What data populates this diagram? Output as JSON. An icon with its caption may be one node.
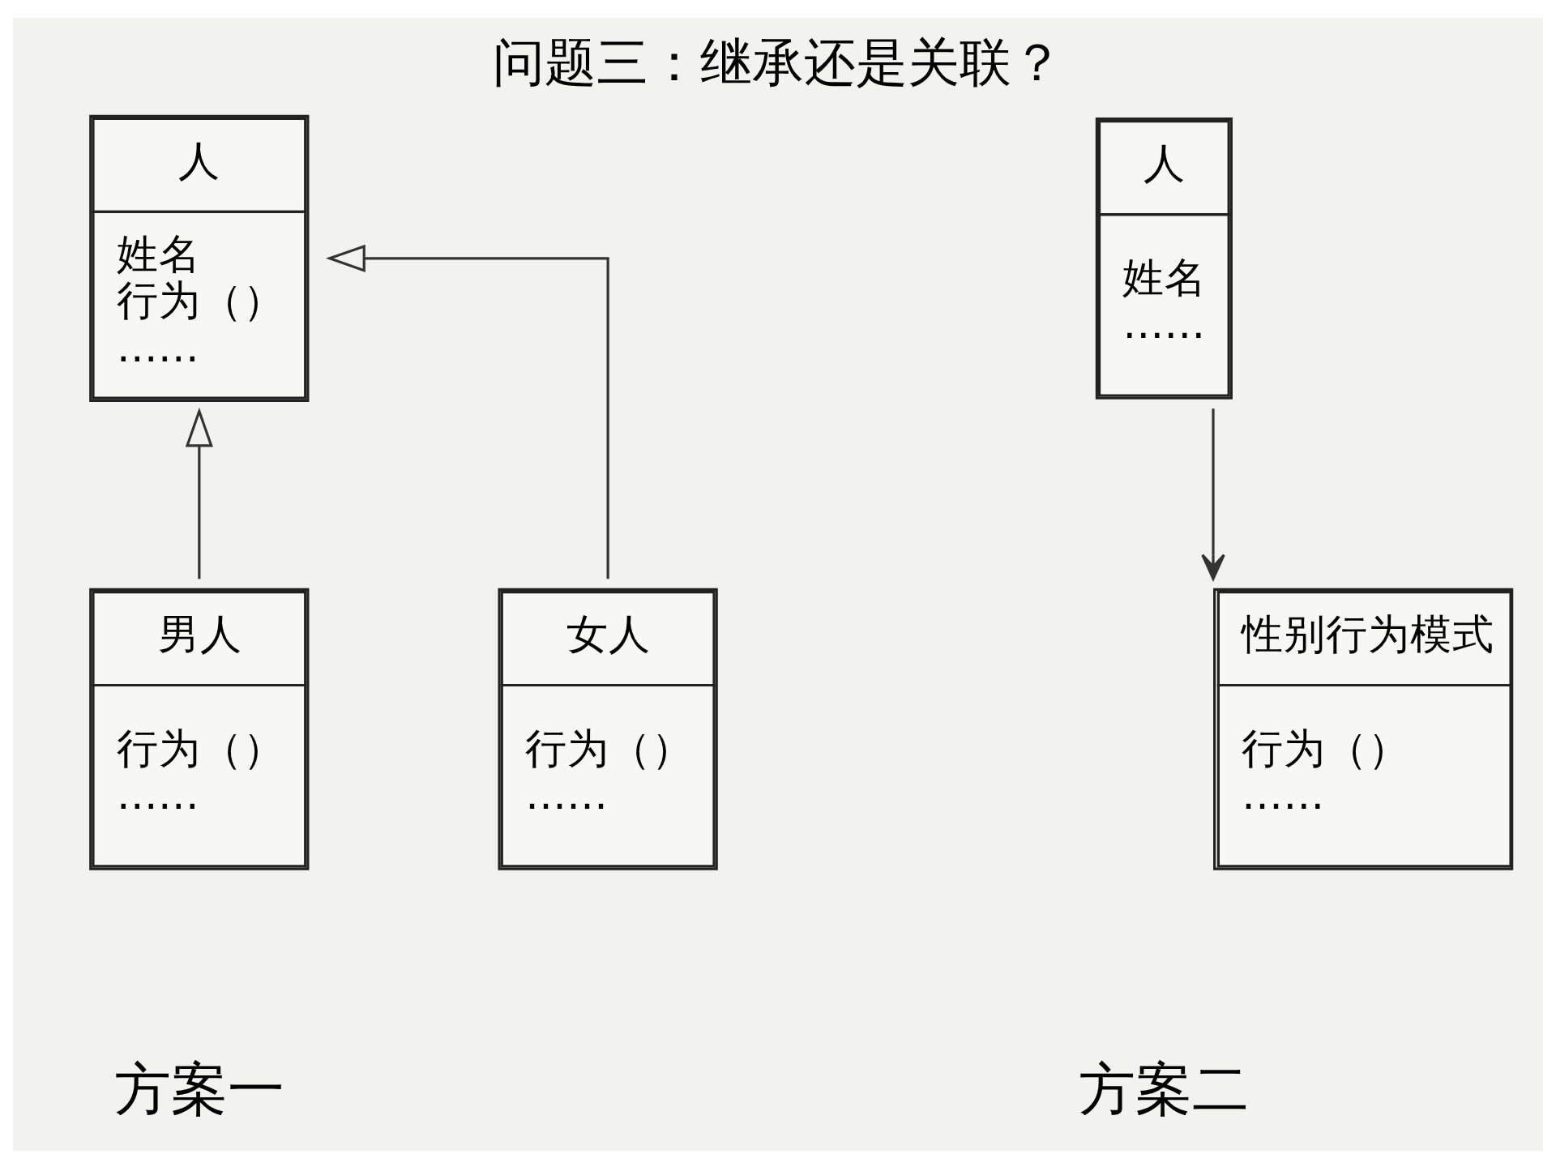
{
  "diagram": {
    "title": "问题三：继承还是关联？",
    "nodes": [
      {
        "text": [
          "人",
          "姓名",
          "行为（）",
          "……"
        ]
      },
      {
        "text": [
          "男人",
          "行为（）",
          "……"
        ]
      },
      {
        "text": [
          "女人",
          "行为（）",
          "……"
        ]
      },
      {
        "text": [
          "人",
          "姓名",
          "……"
        ]
      },
      {
        "text": [
          "性别行为模式",
          "行为（）",
          "……"
        ]
      }
    ],
    "edges": [
      {
        "from": 1,
        "to": 0,
        "arrow": "to"
      },
      {
        "from": 2,
        "to": 0,
        "arrow": "to"
      },
      {
        "from": 3,
        "to": 4,
        "arrow": "to"
      }
    ],
    "labels": [
      "方案二",
      "方案一"
    ]
  }
}
